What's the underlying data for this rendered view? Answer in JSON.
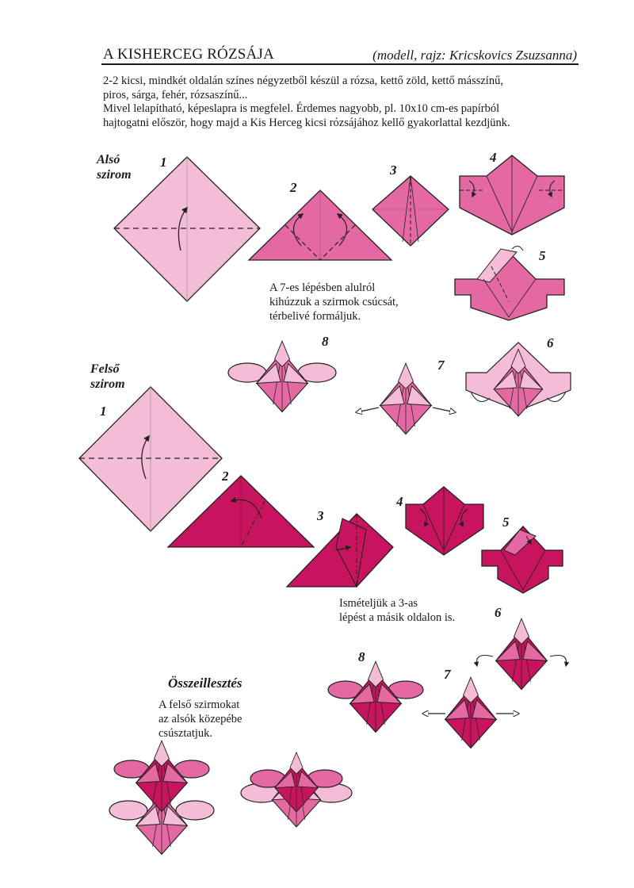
{
  "header": {
    "title": "A KISHERCEG RÓZSÁJA",
    "author": "(modell, rajz: Kricskovics Zsuzsanna)"
  },
  "intro": {
    "line1": "2-2 kicsi, mindkét oldalán színes négyzetből készül a rózsa, kettő zöld, kettő másszínű,",
    "line2": "piros, sárga, fehér, rózsaszínű...",
    "line3": "Mivel lelapítható, képeslapra is megfelel. Érdemes nagyobb, pl. 10x10 cm-es papírból",
    "line4": "hajtogatni először, hogy majd a Kis Herceg kicsi rózsájához kellő gyakorlattal kezdjünk."
  },
  "sections": {
    "lower": {
      "line1": "Alsó",
      "line2": "szirom"
    },
    "upper": {
      "line1": "Felső",
      "line2": "szirom"
    },
    "assembly": "Összeillesztés"
  },
  "notes": {
    "step7_line1": "A 7-es lépésben alulról",
    "step7_line2": "kihúzzuk a szirmok csúcsát,",
    "step7_line3": "térbelivé formáljuk.",
    "repeat_line1": "Ismételjük a 3-as",
    "repeat_line2": "lépést a másik oldalon is.",
    "assembly_line1": "A felső szirmokat",
    "assembly_line2": "az alsók közepébe",
    "assembly_line3": "csúsztatjuk."
  },
  "step_numbers": {
    "l1": "1",
    "l2": "2",
    "l3": "3",
    "l4": "4",
    "l5": "5",
    "l6": "6",
    "l7": "7",
    "l8": "8",
    "u1": "1",
    "u2": "2",
    "u3": "3",
    "u4": "4",
    "u5": "5",
    "u6": "6",
    "u7": "7",
    "u8": "8"
  },
  "colors": {
    "light_pink": "#f4bcd6",
    "pink": "#e469a3",
    "magenta": "#c8145f",
    "outline": "#222222"
  }
}
